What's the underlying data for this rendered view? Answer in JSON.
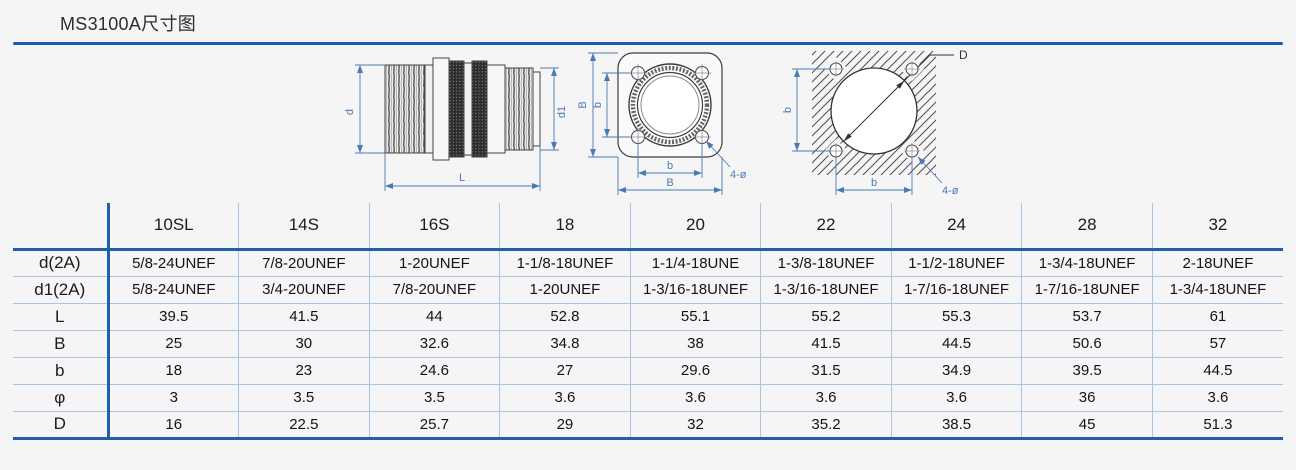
{
  "header": {
    "title": "MS3100A尺寸图"
  },
  "theme": {
    "background": "#f5f5f6",
    "accent_blue": "#2060a5",
    "thin_line_blue": "#a9c5e2",
    "dimension_blue": "#4a7ab5"
  },
  "drawings": {
    "side_view": {
      "dim_d": "d",
      "dim_d1": "d1",
      "dim_L": "L"
    },
    "front_view": {
      "dim_B_left": "B",
      "dim_b_left": "b",
      "dim_b_bottom": "b",
      "dim_B_bottom": "B",
      "holes_label": "4-ø"
    },
    "panel_cutout": {
      "dim_D": "D",
      "dim_b_left": "b",
      "dim_b_bottom": "b",
      "holes_label": "4-ø"
    }
  },
  "table": {
    "columns": [
      "10SL",
      "14S",
      "16S",
      "18",
      "20",
      "22",
      "24",
      "28",
      "32"
    ],
    "rows": [
      {
        "label": "d(2A)",
        "values": [
          "5/8-24UNEF",
          "7/8-20UNEF",
          "1-20UNEF",
          "1-1/8-18UNEF",
          "1-1/4-18UNE",
          "1-3/8-18UNEF",
          "1-1/2-18UNEF",
          "1-3/4-18UNEF",
          "2-18UNEF"
        ]
      },
      {
        "label": "d1(2A)",
        "values": [
          "5/8-24UNEF",
          "3/4-20UNEF",
          "7/8-20UNEF",
          "1-20UNEF",
          "1-3/16-18UNEF",
          "1-3/16-18UNEF",
          "1-7/16-18UNEF",
          "1-7/16-18UNEF",
          "1-3/4-18UNEF"
        ]
      },
      {
        "label": "L",
        "values": [
          "39.5",
          "41.5",
          "44",
          "52.8",
          "55.1",
          "55.2",
          "55.3",
          "53.7",
          "61"
        ]
      },
      {
        "label": "B",
        "values": [
          "25",
          "30",
          "32.6",
          "34.8",
          "38",
          "41.5",
          "44.5",
          "50.6",
          "57"
        ]
      },
      {
        "label": "b",
        "values": [
          "18",
          "23",
          "24.6",
          "27",
          "29.6",
          "31.5",
          "34.9",
          "39.5",
          "44.5"
        ]
      },
      {
        "label": "φ",
        "values": [
          "3",
          "3.5",
          "3.5",
          "3.6",
          "3.6",
          "3.6",
          "3.6",
          "36",
          "3.6"
        ]
      },
      {
        "label": "D",
        "values": [
          "16",
          "22.5",
          "25.7",
          "29",
          "32",
          "35.2",
          "38.5",
          "45",
          "51.3"
        ]
      }
    ]
  }
}
